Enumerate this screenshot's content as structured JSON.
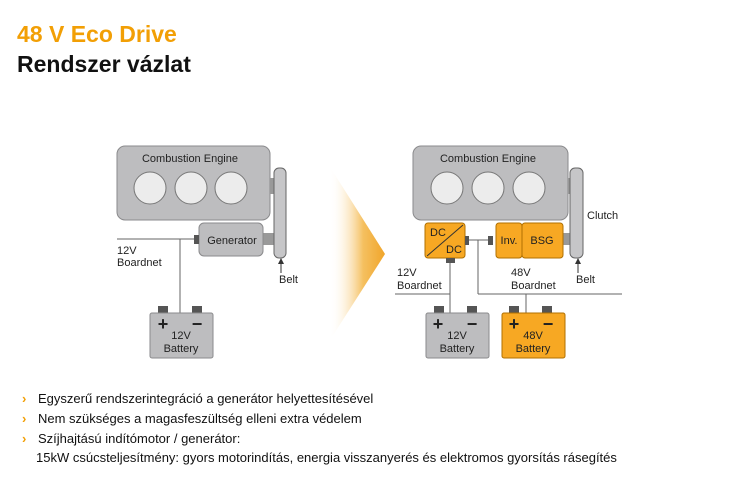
{
  "header": {
    "title": "48 V Eco Drive",
    "subtitle": "Rendszer vázlat"
  },
  "colors": {
    "accent": "#f29f05",
    "component_gray": "#bdbdbf",
    "component_orange": "#f7a823"
  },
  "diagram": {
    "left": {
      "engine": "Combustion Engine",
      "generator": "Generator",
      "boardnet_1": "12V",
      "boardnet_2": "Boardnet",
      "belt": "Belt",
      "battery_1": "12V",
      "battery_2": "Battery",
      "plus": "+",
      "minus": "−"
    },
    "right": {
      "engine": "Combustion Engine",
      "dcdc_top": "DC",
      "dcdc_bottom": "DC",
      "inv": "Inv.",
      "bsg": "BSG",
      "clutch": "Clutch",
      "belt": "Belt",
      "boardnet12_1": "12V",
      "boardnet12_2": "Boardnet",
      "boardnet48_1": "48V",
      "boardnet48_2": "Boardnet",
      "battery12_1": "12V",
      "battery12_2": "Battery",
      "battery48_1": "48V",
      "battery48_2": "Battery",
      "plus": "+",
      "minus": "−"
    }
  },
  "bullets": [
    {
      "text": "Egyszerű rendszerintegráció a generátor helyettesítésével"
    },
    {
      "text": "Nem szükséges a magasfeszültség elleni extra védelem"
    },
    {
      "text": "Szíjhajtású indítómotor / generátor:",
      "sub": "15kW csúcsteljesítmény: gyors motorindítás, energia visszanyerés és elektromos gyorsítás rásegítés"
    }
  ]
}
